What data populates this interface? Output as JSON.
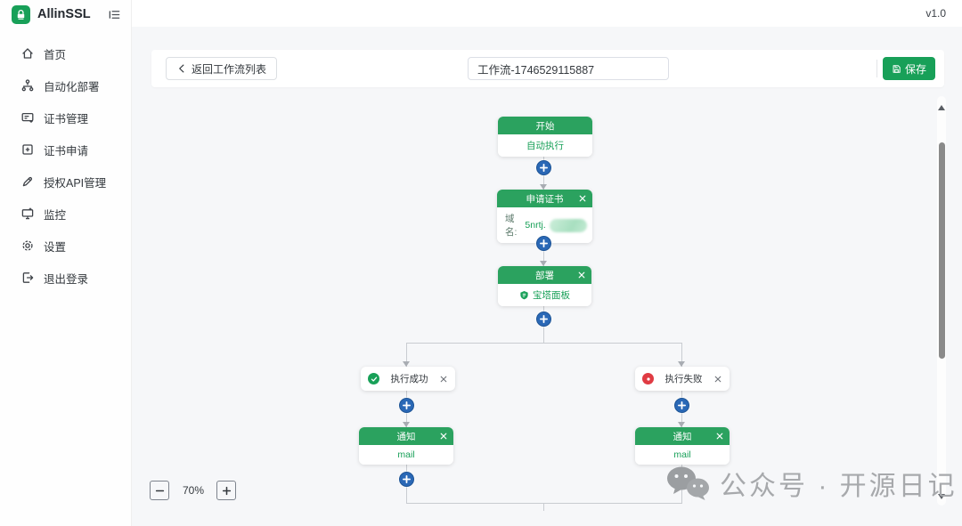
{
  "app": {
    "name": "AllinSSL",
    "version": "v1.0"
  },
  "sidebar": {
    "items": [
      {
        "label": "首页",
        "icon": "home-icon"
      },
      {
        "label": "自动化部署",
        "icon": "deploy-flow-icon"
      },
      {
        "label": "证书管理",
        "icon": "certificate-manage-icon"
      },
      {
        "label": "证书申请",
        "icon": "certificate-apply-icon"
      },
      {
        "label": "授权API管理",
        "icon": "api-auth-icon"
      },
      {
        "label": "监控",
        "icon": "monitor-icon"
      },
      {
        "label": "设置",
        "icon": "settings-icon"
      },
      {
        "label": "退出登录",
        "icon": "logout-icon"
      }
    ]
  },
  "toolbar": {
    "back_label": "返回工作流列表",
    "workflow_name": "工作流-1746529115887",
    "save_label": "保存"
  },
  "workflow": {
    "start": {
      "title": "开始",
      "subtitle": "自动执行"
    },
    "apply_cert": {
      "title": "申请证书",
      "field_label": "域名:",
      "field_value": "5nrtj."
    },
    "deploy": {
      "title": "部署",
      "target": "宝塔面板"
    },
    "branch_success": {
      "label": "执行成功"
    },
    "branch_fail": {
      "label": "执行失败"
    },
    "notify_success": {
      "title": "通知",
      "channel": "mail"
    },
    "notify_fail": {
      "title": "通知",
      "channel": "mail"
    }
  },
  "zoom_controls": {
    "level": "70%"
  },
  "watermark": {
    "text": "公众号 · 开源日记"
  },
  "colors": {
    "accent_green": "#18a058",
    "node_header_green": "#2ba25f",
    "plus_blue": "#2a68b6",
    "fail_red": "#e03b43",
    "canvas_bg": "#f6f7f9"
  }
}
